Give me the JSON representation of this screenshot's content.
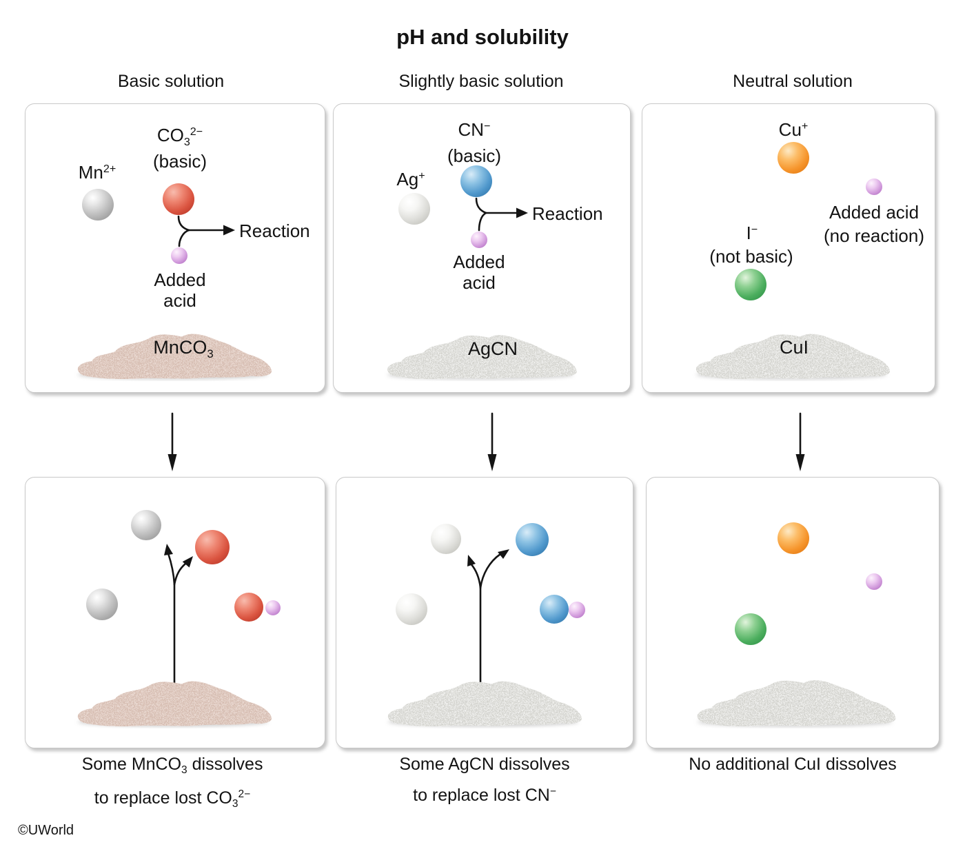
{
  "title": "pH and solubility",
  "copyright": "©UWorld",
  "colors": {
    "cation_gray": "#c2c2c2",
    "silver_white": "#e4e4e0",
    "carbonate_red": "#da5440",
    "cyanide_blue": "#5098cc",
    "copper_orange": "#f6952c",
    "iodide_green": "#4cae5e",
    "acid_purple": "#cf97da",
    "mnco3_rock_pink": "#ead9d1",
    "white_rock": "#f0f0ee"
  },
  "columns": [
    {
      "header": "Basic solution",
      "cation_base": "Mn",
      "cation_sup": "2+",
      "anion_base": "CO",
      "anion_sub": "3",
      "anion_sup": "2−",
      "anion_note": "(basic)",
      "acid_line1": "Added",
      "acid_line2": "acid",
      "reaction_label": "Reaction",
      "solid_base": "MnCO",
      "solid_sub": "3",
      "caption": {
        "l1a": "Some MnCO",
        "l1sub": "3",
        "l1b": " dissolves",
        "l2a": "to replace lost CO",
        "l2sub": "3",
        "l2sup": "2−"
      }
    },
    {
      "header": "Slightly basic solution",
      "cation_base": "Ag",
      "cation_sup": "+",
      "anion_base": "CN",
      "anion_sup": "−",
      "anion_note": "(basic)",
      "acid_line1": "Added",
      "acid_line2": "acid",
      "reaction_label": "Reaction",
      "solid_base": "AgCN",
      "caption": {
        "l1a": "Some AgCN dissolves",
        "l2a": "to replace lost CN",
        "l2sup": "−"
      }
    },
    {
      "header": "Neutral solution",
      "cation_base": "Cu",
      "cation_sup": "+",
      "anion_base": "I",
      "anion_sup": "−",
      "anion_note": "(not basic)",
      "acid_note1": "Added acid",
      "acid_note2": "(no reaction)",
      "solid_base": "CuI",
      "caption": {
        "l1": "No additional CuI dissolves"
      }
    }
  ]
}
